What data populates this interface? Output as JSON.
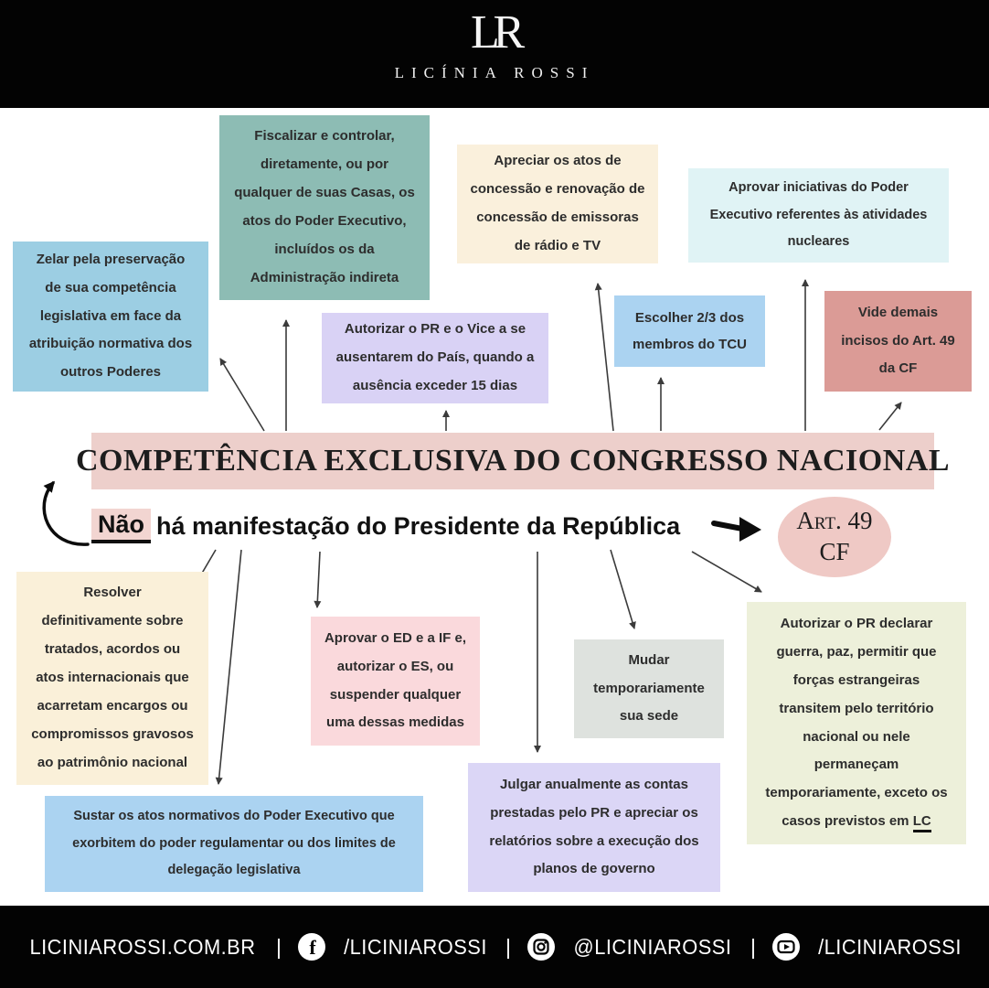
{
  "header": {
    "bg": "#030303",
    "logo": "LR",
    "brand": "LICÍNIA ROSSI"
  },
  "banner": {
    "bg": "#EDCFCB",
    "title": "COMPETÊNCIA EXCLUSIVA DO CONGRESSO NACIONAL"
  },
  "subtitle": {
    "highlight": "Não",
    "highlight_bg": "#F2D5D1",
    "rest": "há manifestação do Presidente da República"
  },
  "badge": {
    "bg": "#EFC9C5",
    "line1": "Art. 49",
    "line2": "CF"
  },
  "boxes": [
    {
      "id": "fiscalizar",
      "color": "#8DBCB4",
      "text": "Fiscalizar e controlar,\ndiretamente, ou por\nqualquer de suas Casas, os\natos do Poder Executivo,\nincluídos os da\nAdministração indireta"
    },
    {
      "id": "apreciar-radio-tv",
      "color": "#FAF0DC",
      "text": "Apreciar os atos de\nconcessão e renovação de\nconcessão de emissoras\nde rádio e TV"
    },
    {
      "id": "atividades-nucleares",
      "color": "#E0F3F5",
      "text": "Aprovar iniciativas do Poder\nExecutivo referentes às atividades\nnucleares"
    },
    {
      "id": "zelar-competencia",
      "color": "#9CCEE3",
      "text": "Zelar pela preservação\nde sua competência\nlegislativa em face da\natribuição normativa dos\noutros Poderes"
    },
    {
      "id": "ausentar-pais",
      "color": "#D9D2F5",
      "text": "Autorizar o PR e o Vice a se\nausentarem do País, quando a\nausência exceder 15 dias"
    },
    {
      "id": "membros-tcu",
      "color": "#ABD3F1",
      "text": "Escolher 2/3 dos\nmembros do TCU"
    },
    {
      "id": "vide-incisos",
      "color": "#DB9B96",
      "text": "Vide demais\nincisos do Art. 49\nda CF"
    },
    {
      "id": "resolver-tratados",
      "color": "#FAF0D9",
      "text": "Resolver\ndefinitivamente sobre\ntratados, acordos ou\natos internacionais que\nacarretam encargos ou\ncompromissos gravosos\nao patrimônio nacional"
    },
    {
      "id": "aprovar-ed-if-es",
      "color": "#FAD9DC",
      "text": "Aprovar o ED e a IF e,\nautorizar o ES, ou\nsuspender qualquer\numa dessas medidas"
    },
    {
      "id": "mudar-sede",
      "color": "#DEE2DE",
      "text": "Mudar\ntemporariamente\nsua sede"
    },
    {
      "id": "autorizar-guerra",
      "color": "#EDF0DA",
      "text": "Autorizar o PR declarar\nguerra, paz, permitir que\nforças estrangeiras\ntransitem pelo território\nnacional ou nele\npermaneçam\ntemporariamente, exceto os\ncasos previstos em ",
      "underline": "LC"
    },
    {
      "id": "julgar-contas",
      "color": "#DBD6F6",
      "text": "Julgar anualmente as contas\nprestadas pelo PR e apreciar os\nrelatórios sobre a execução dos\nplanos de governo"
    },
    {
      "id": "sustar-atos",
      "color": "#ABD3F1",
      "text": "Sustar os atos normativos do Poder Executivo que\nexorbitem do poder regulamentar ou dos limites de\ndelegação legislativa"
    }
  ],
  "footer": {
    "bg": "#030303",
    "website": "LICINIAROSSI.COM.BR",
    "sep": "|",
    "facebook_handle": "/LICINIAROSSI",
    "instagram_handle": "@LICINIAROSSI",
    "youtube_handle": "/LICINIAROSSI"
  }
}
